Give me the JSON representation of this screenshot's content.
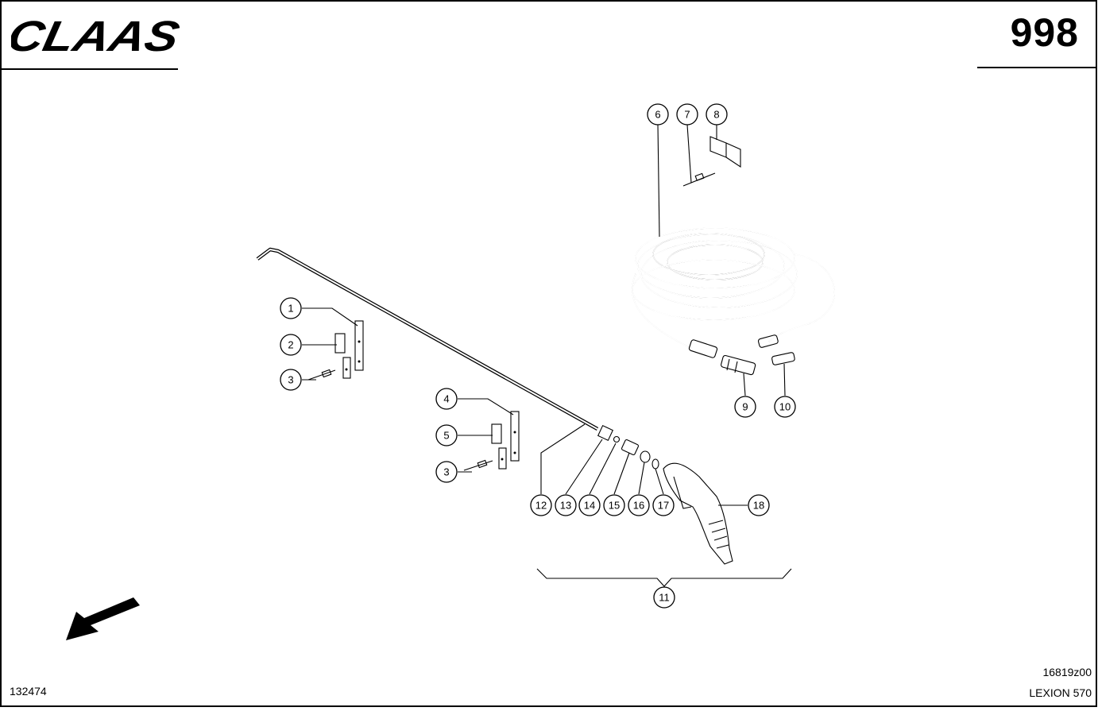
{
  "header": {
    "brand": "CLAAS",
    "page_number": "998"
  },
  "footer": {
    "doc_number": "132474",
    "drawing_ref": "16819z00",
    "model": "LEXION 570"
  },
  "callouts": [
    {
      "id": "c1",
      "label": "1"
    },
    {
      "id": "c2",
      "label": "2"
    },
    {
      "id": "c3a",
      "label": "3"
    },
    {
      "id": "c4",
      "label": "4"
    },
    {
      "id": "c5",
      "label": "5"
    },
    {
      "id": "c3b",
      "label": "3"
    },
    {
      "id": "c6",
      "label": "6"
    },
    {
      "id": "c7",
      "label": "7"
    },
    {
      "id": "c8",
      "label": "8"
    },
    {
      "id": "c9",
      "label": "9"
    },
    {
      "id": "c10",
      "label": "10"
    },
    {
      "id": "c11",
      "label": "11"
    },
    {
      "id": "c12",
      "label": "12"
    },
    {
      "id": "c13",
      "label": "13"
    },
    {
      "id": "c14",
      "label": "14"
    },
    {
      "id": "c15",
      "label": "15"
    },
    {
      "id": "c16",
      "label": "16"
    },
    {
      "id": "c17",
      "label": "17"
    },
    {
      "id": "c18",
      "label": "18"
    }
  ],
  "icons": {
    "direction": "direction-arrow-icon"
  }
}
